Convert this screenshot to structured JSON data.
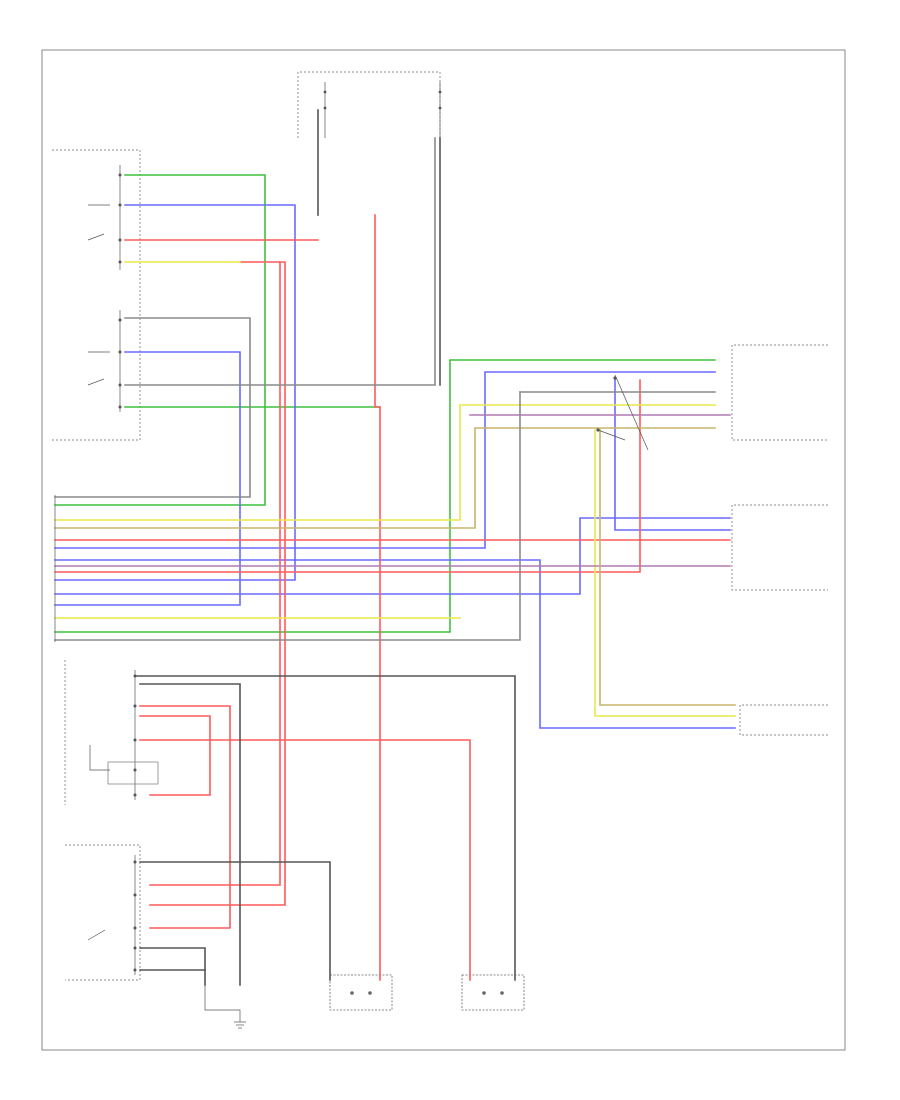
{
  "diagram": {
    "footer_code": "",
    "colors": {
      "green": "#3cc23c",
      "blue": "#6a6aff",
      "red": "#ff5a5a",
      "yellow": "#e8e84a",
      "dark": "#555555",
      "gray": "#9a9a9a",
      "violet": "#b07ab0",
      "brown": "#c8b46a"
    },
    "components": [
      {
        "id": "top-relay-box",
        "label": ""
      },
      {
        "id": "left-window-switch-upper",
        "label": ""
      },
      {
        "id": "left-window-switch-lower",
        "label": ""
      },
      {
        "id": "right-module-upper",
        "label": ""
      },
      {
        "id": "right-module-middle",
        "label": ""
      },
      {
        "id": "right-module-lower",
        "label": ""
      },
      {
        "id": "passenger-switch-upper",
        "label": ""
      },
      {
        "id": "passenger-switch-lower",
        "label": ""
      },
      {
        "id": "motor-left",
        "label": ""
      },
      {
        "id": "motor-right",
        "label": ""
      },
      {
        "id": "ground-point",
        "label": ""
      }
    ]
  }
}
